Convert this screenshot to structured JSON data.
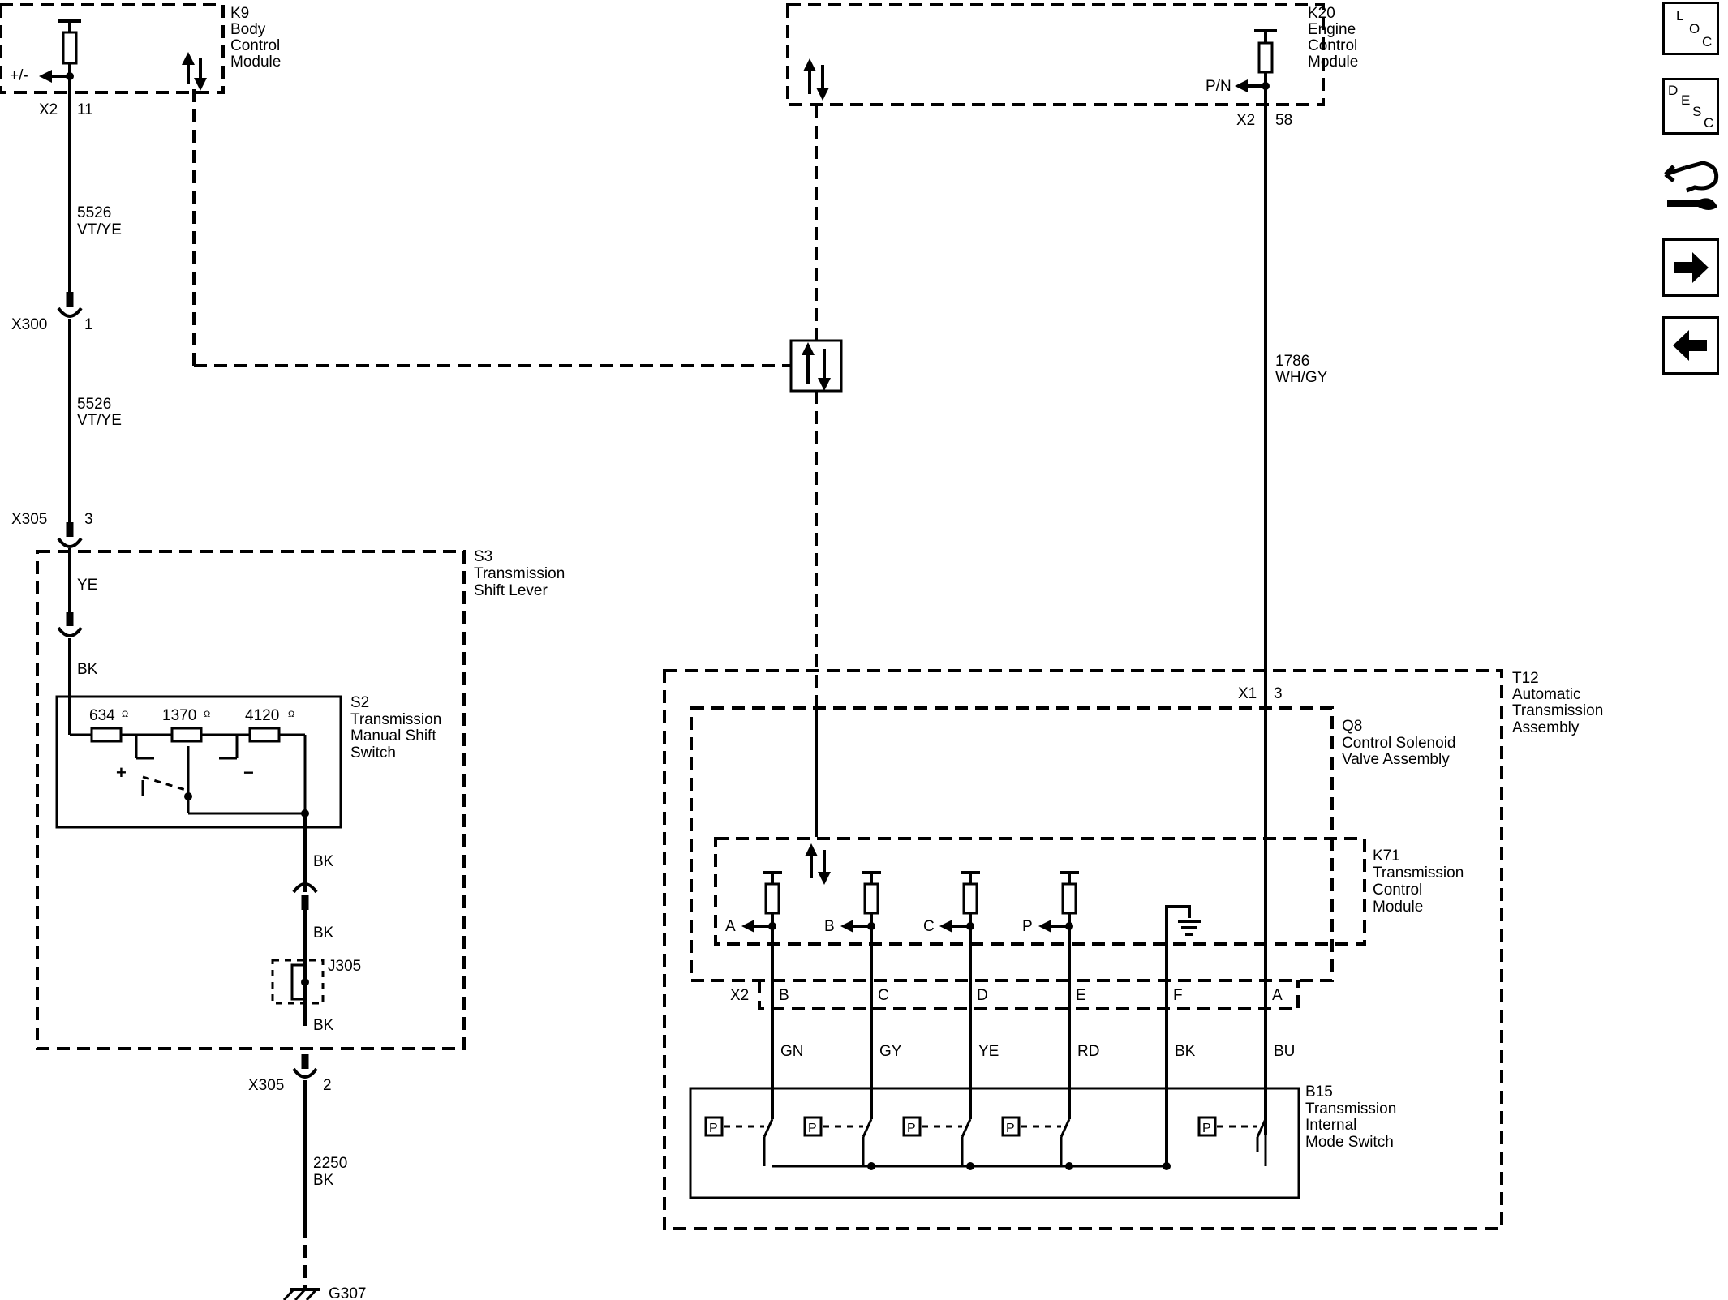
{
  "modules": {
    "k9": {
      "ref": "K9",
      "name": [
        "Body",
        "Control",
        "Module"
      ],
      "conn": "X2",
      "pin": "11",
      "io": "+/-"
    },
    "k20": {
      "ref": "K20",
      "name": [
        "Engine",
        "Control",
        "Module"
      ],
      "conn": "X2",
      "pin": "58",
      "io": "P/N"
    },
    "s3": {
      "ref": "S3",
      "name": [
        "Transmission",
        "Shift Lever"
      ]
    },
    "s2": {
      "ref": "S2",
      "name": [
        "Transmission",
        "Manual Shift",
        "Switch"
      ],
      "r1": "634",
      "r2": "1370",
      "r3": "4120",
      "ohm": "Ω",
      "plus": "+",
      "minus": "−"
    },
    "t12": {
      "ref": "T12",
      "name": [
        "Automatic",
        "Transmission",
        "Assembly"
      ],
      "conn": "X1",
      "pin": "3"
    },
    "q8": {
      "ref": "Q8",
      "name": [
        "Control Solenoid",
        "Valve Assembly"
      ]
    },
    "k71": {
      "ref": "K71",
      "name": [
        "Transmission",
        "Control",
        "Module"
      ],
      "conn": "X2",
      "pins": [
        "B",
        "C",
        "D",
        "E",
        "F",
        "A"
      ],
      "inputs": [
        "A",
        "B",
        "C",
        "P"
      ]
    },
    "b15": {
      "ref": "B15",
      "name": [
        "Transmission",
        "Internal",
        "Mode Switch"
      ],
      "p": "P"
    }
  },
  "wires": {
    "w5526a": {
      "circuit": "5526",
      "color": "VT/YE"
    },
    "w5526b": {
      "circuit": "5526",
      "color": "VT/YE"
    },
    "w1786": {
      "circuit": "1786",
      "color": "WH/GY"
    },
    "w2250": {
      "circuit": "2250",
      "color": "BK"
    },
    "ye": "YE",
    "bk1": "BK",
    "bk2": "BK",
    "bk3": "BK",
    "bk4": "BK",
    "k71_wires": [
      "GN",
      "GY",
      "YE",
      "RD",
      "BK",
      "BU"
    ]
  },
  "connectors": {
    "x300": {
      "ref": "X300",
      "pin": "1"
    },
    "x305a": {
      "ref": "X305",
      "pin": "3"
    },
    "x305b": {
      "ref": "X305",
      "pin": "2"
    },
    "j305": "J305",
    "g307": "G307"
  },
  "side_toolbar": {
    "loc": [
      "L",
      "O",
      "C"
    ],
    "desc": [
      "D",
      "E",
      "S",
      "C"
    ],
    "icons": [
      "diagnostic-icon",
      "arrow-right-icon",
      "arrow-left-icon"
    ]
  }
}
